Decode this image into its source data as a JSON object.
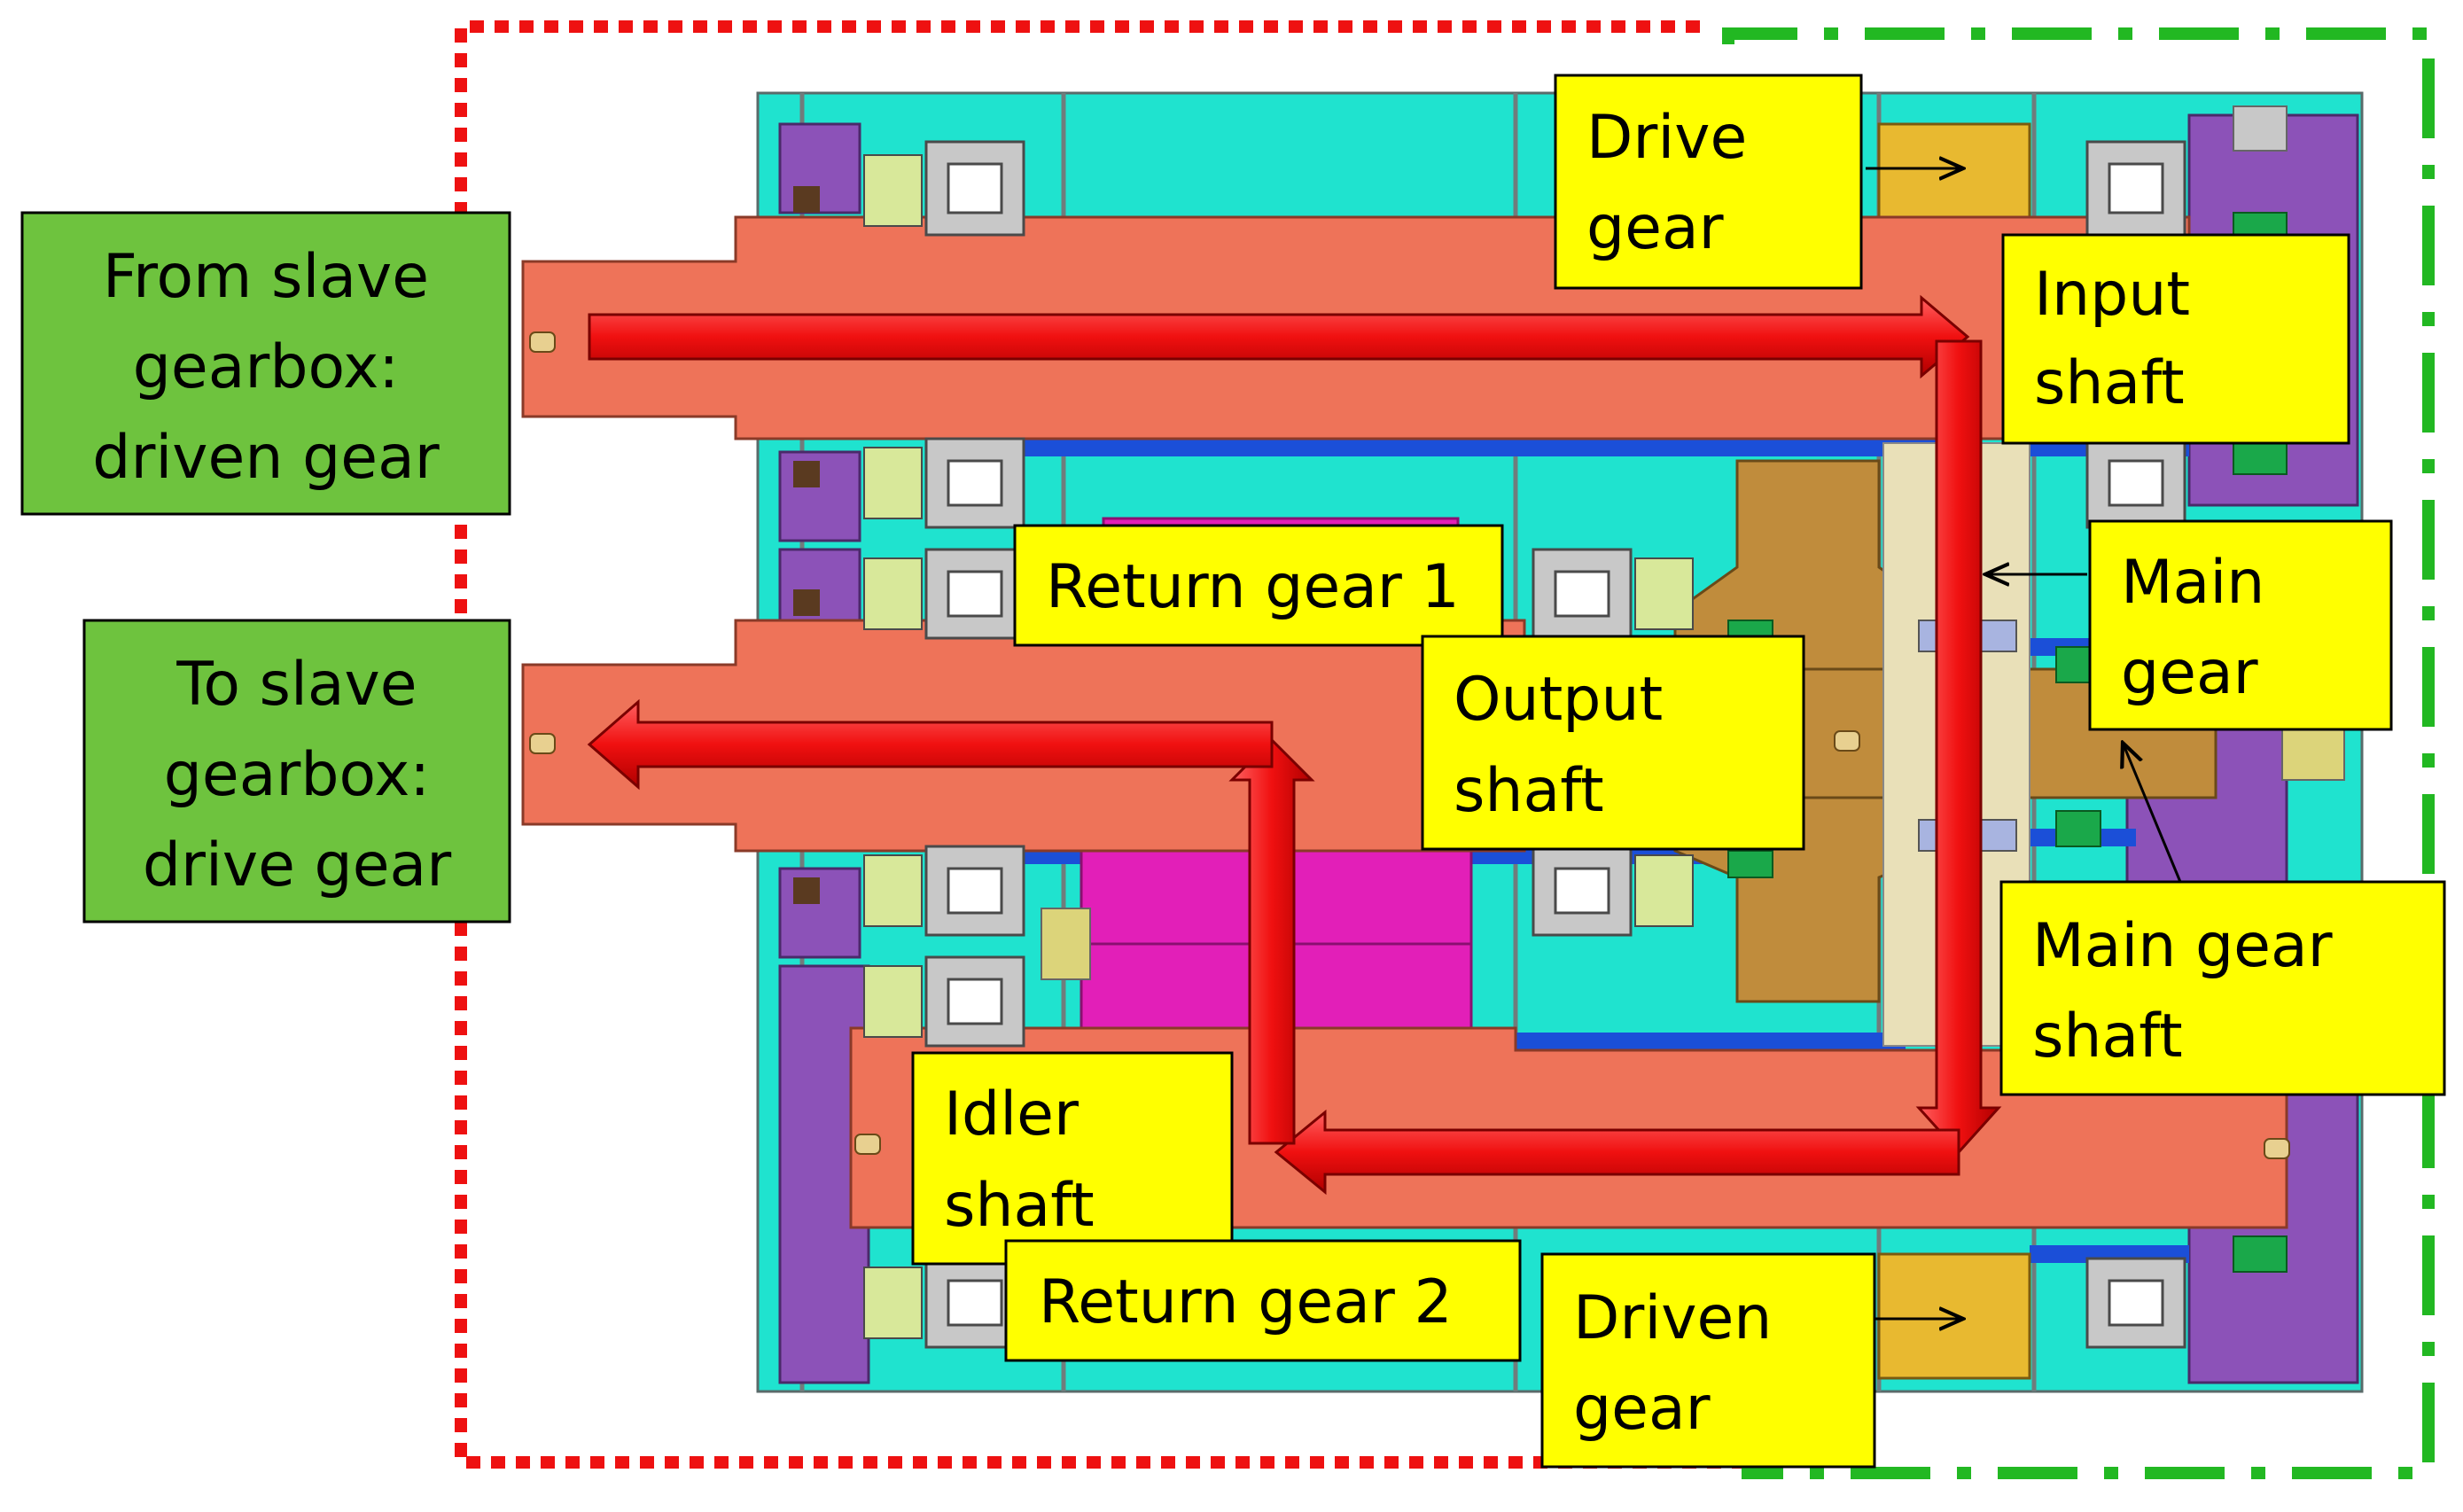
{
  "labels": {
    "drive_gear": [
      "Drive",
      "gear"
    ],
    "input_shaft": [
      "Input",
      "shaft"
    ],
    "main_gear": [
      "Main",
      "gear"
    ],
    "return_gear_1": [
      "Return gear 1"
    ],
    "output_shaft": [
      "Output",
      "shaft"
    ],
    "main_gear_shaft": [
      "Main gear",
      "shaft"
    ],
    "idler_shaft": [
      "Idler",
      "shaft"
    ],
    "return_gear_2": [
      "Return gear 2"
    ],
    "driven_gear": [
      "Driven",
      "gear"
    ],
    "from_slave": [
      "From slave",
      "gearbox:",
      "driven gear"
    ],
    "to_slave": [
      "To slave",
      "gearbox:",
      "drive gear"
    ]
  },
  "colors": {
    "housing_teal": "#1fe3cf",
    "shaft_salmon": "#ee7359",
    "bronze": "#c08c3c",
    "magenta": "#e21fb8",
    "purple": "#8c52b8",
    "navy": "#1b4fd8",
    "yellow_gear": "#e8b930",
    "arrow_red": "#f01010",
    "label_yellow": "#ffff00",
    "label_green": "#6ec33e",
    "dotted_red": "#ee1111",
    "dashdot_green": "#22b822"
  }
}
